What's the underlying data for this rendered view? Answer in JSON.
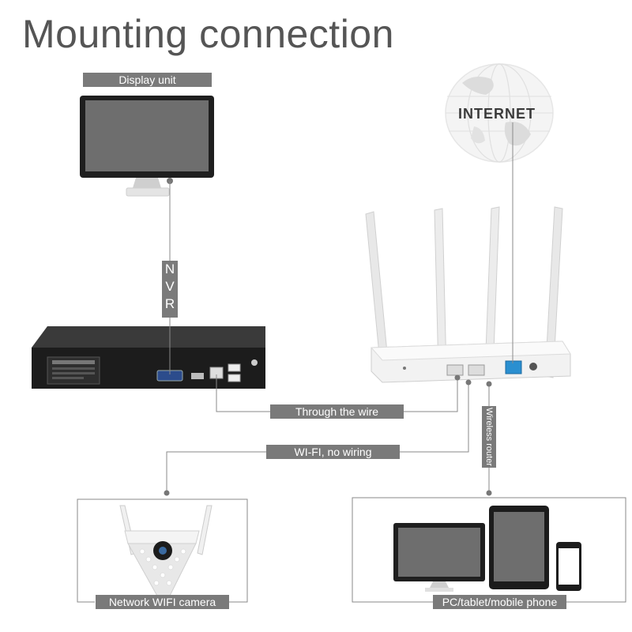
{
  "title": "Mounting connection",
  "labels": {
    "display_unit": "Display unit",
    "nvr": [
      "N",
      "V",
      "R"
    ],
    "internet": "INTERNET",
    "through_wire": "Through the wire",
    "wifi_no_wiring": "WI-FI, no wiring",
    "wireless_router": "Wireless router",
    "network_camera": "Network WIFI camera",
    "pc_devices": "PC/tablet/mobile phone"
  },
  "colors": {
    "tag_bg": "#7a7a7a",
    "line": "#8a8a8a",
    "lan_port": "#2a8fd0"
  }
}
